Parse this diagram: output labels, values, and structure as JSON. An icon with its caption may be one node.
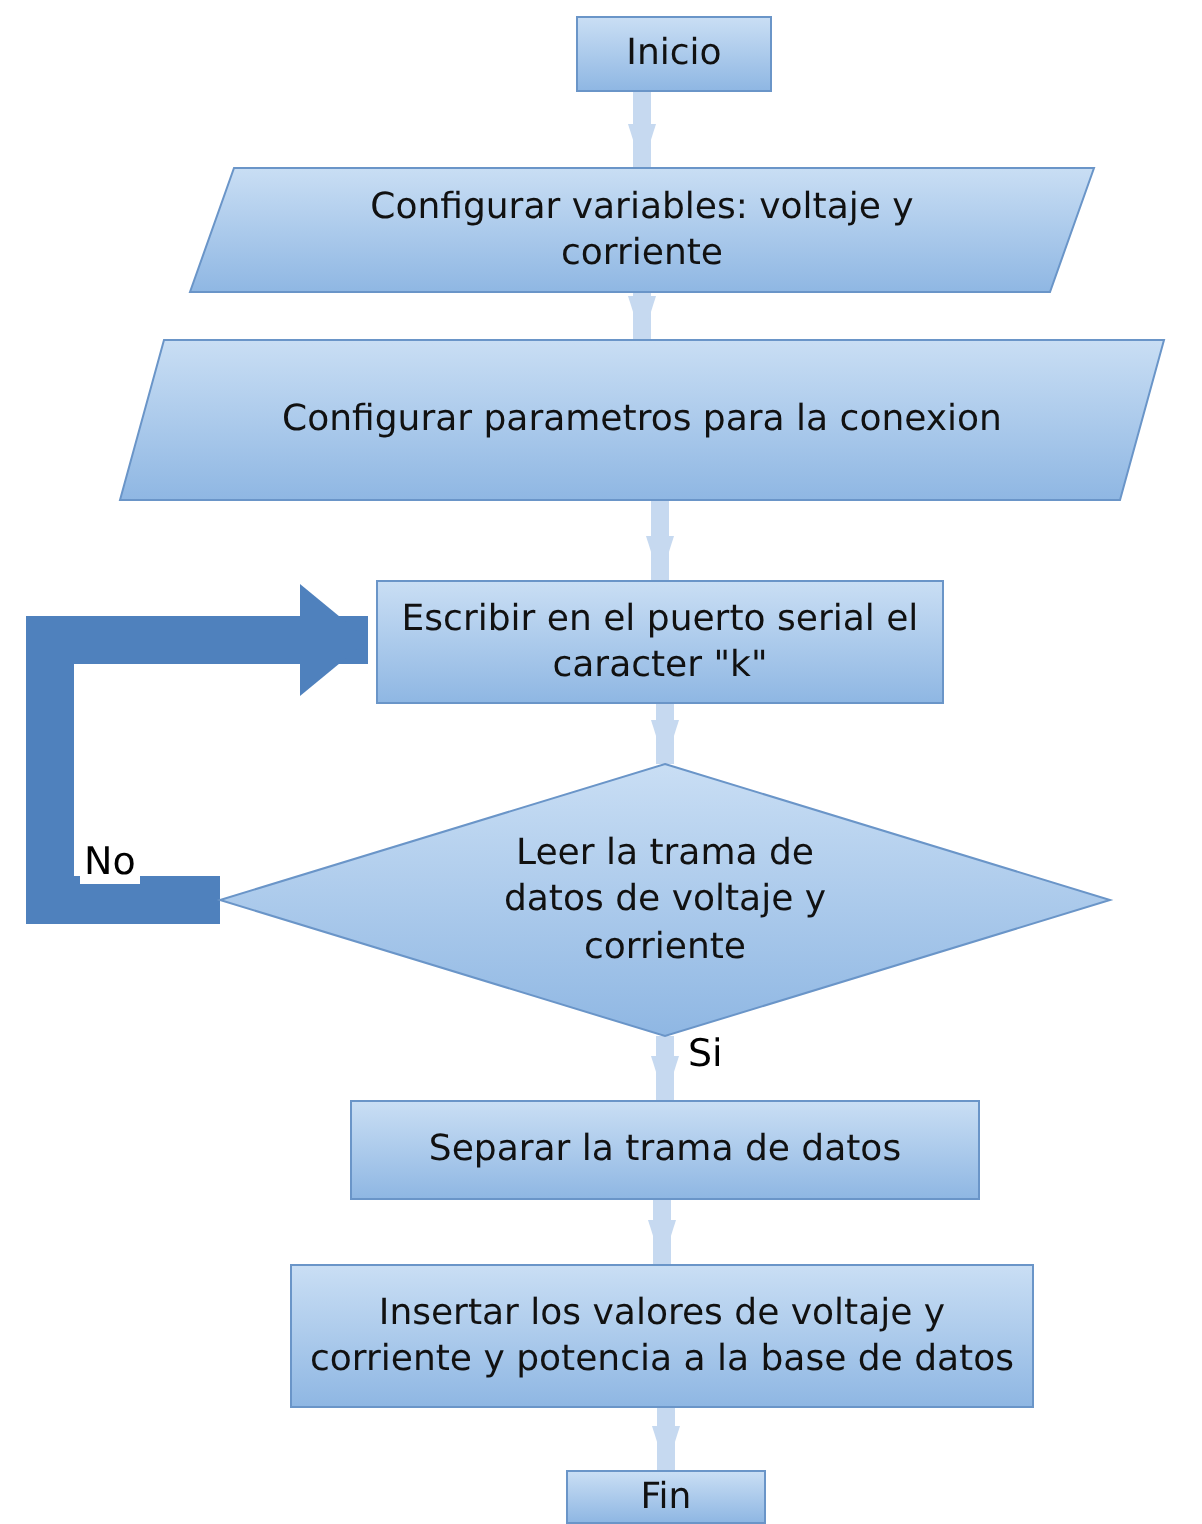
{
  "diagram": {
    "nodes": [
      {
        "text": [
          "Inicio"
        ]
      },
      {
        "text": [
          "Configurar variables: voltaje y corriente"
        ]
      },
      {
        "text": [
          "Configurar parametros para la conexion"
        ]
      },
      {
        "text": [
          "Escribir en el puerto serial el caracter \"k\""
        ]
      },
      {
        "text": [
          "Leer la trama de datos de voltaje y corriente"
        ]
      },
      {
        "text": [
          "Separar la trama de datos"
        ]
      },
      {
        "text": [
          "Insertar los valores de voltaje y corriente y potencia a la base de datos"
        ]
      },
      {
        "text": [
          "Fin"
        ]
      }
    ],
    "edges": [
      {
        "from": 0,
        "to": 1,
        "arrow": "to"
      },
      {
        "from": 1,
        "to": 2,
        "arrow": "to"
      },
      {
        "from": 2,
        "to": 3,
        "arrow": "to"
      },
      {
        "from": 3,
        "to": 4,
        "arrow": "to"
      },
      {
        "from": 4,
        "to": 5,
        "arrow": "to",
        "label": "Si"
      },
      {
        "from": 5,
        "to": 6,
        "arrow": "to"
      },
      {
        "from": 6,
        "to": 7,
        "arrow": "to"
      },
      {
        "from": 4,
        "to": 3,
        "arrow": "to",
        "label": "No",
        "style": "thick",
        "color": "#4f81bd"
      }
    ]
  }
}
